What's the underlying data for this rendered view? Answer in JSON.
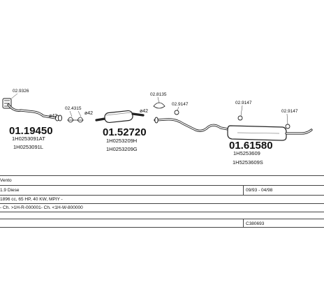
{
  "parts": {
    "pipe_front": {
      "ref": "02.9326",
      "number": "01.19450",
      "oem_1": "1H0253091AT",
      "oem_2": "1H0253091L",
      "mark": "ø42"
    },
    "clamp_left": {
      "ref": "02.4315",
      "mark": "ø42"
    },
    "middle_silencer": {
      "number": "01.52720",
      "oem_1": "1H0253209H",
      "oem_2": "1H0253209G",
      "mark": "ø42"
    },
    "rear_refs": {
      "a": "02.8135",
      "b": "02.9147",
      "c": "02.9147",
      "d": "02.9147"
    },
    "rear_silencer": {
      "number": "01.61580",
      "oem_1": "1H5253609",
      "oem_2": "1H5253609S"
    }
  },
  "info": {
    "model": "Vento",
    "engine": "1.9 Diese",
    "date_range": "09/93 - 04/98",
    "specs": "1896 cc, 65 HP, 40 KW, MPIY -",
    "chassis": "- Ch. >1H-R-000001- Ch. <1H-W-800000",
    "kit_code": "C380693"
  }
}
